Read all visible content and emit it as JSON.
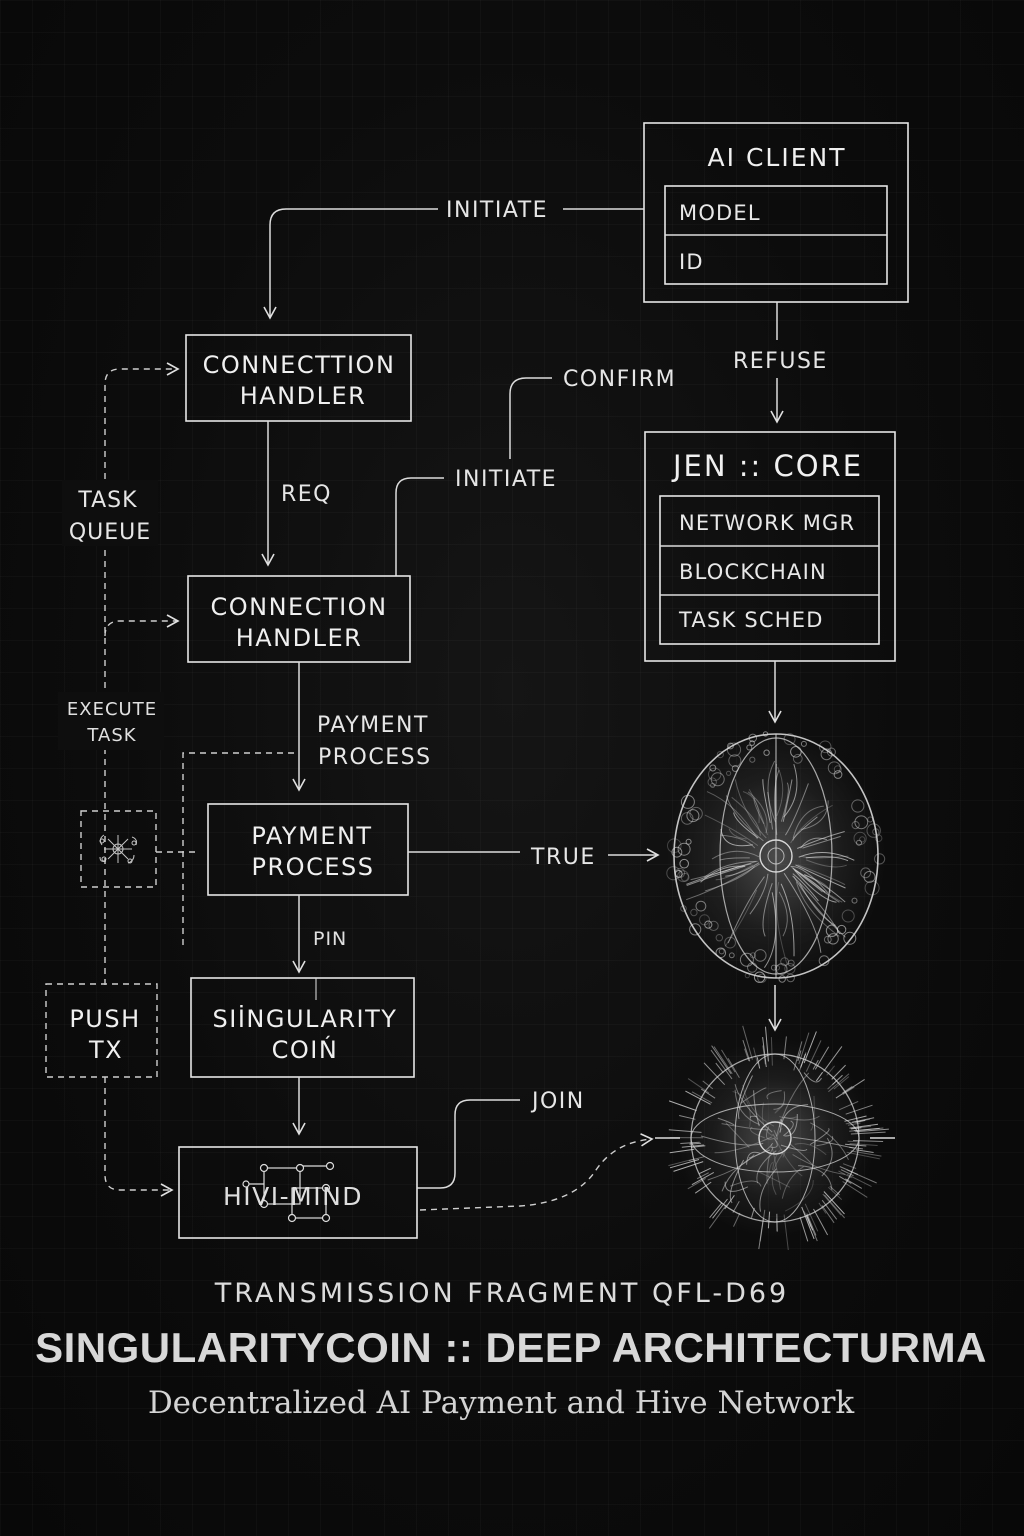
{
  "nodes": {
    "ai_client": {
      "title": "AI CLIENT",
      "rows": [
        "MODEL",
        "ID"
      ]
    },
    "connection_handler_1": {
      "lines": [
        "CONNECTTION",
        "HANDLER"
      ]
    },
    "connection_handler_2": {
      "lines": [
        "CONNECTION",
        "HANDLER"
      ]
    },
    "jen_core": {
      "title": "JEN :: CORE",
      "rows": [
        "NETWORK MGR",
        "BLOCKCHAIN",
        "TASK SCHED"
      ]
    },
    "payment_process": {
      "lines": [
        "PAYMENT",
        "PROCESS"
      ]
    },
    "singularity_coin": {
      "lines": [
        "SIİNGULARITY",
        "COIŃ"
      ]
    },
    "hive_mind": {
      "label": "HIVI-MIND"
    },
    "push_tx": {
      "lines": [
        "PUSH",
        "TX"
      ]
    }
  },
  "edges": {
    "initiate_top": "INITIATE",
    "refuse": "REFUSE",
    "confirm": "CONFIRM",
    "initiate_mid": "INITIATE",
    "req": "REQ",
    "payment_process": [
      "PAYMENT",
      "PROCESS"
    ],
    "true": "TRUE",
    "pin": "PIN",
    "join": "JOIN"
  },
  "side_labels": {
    "task_queue": [
      "TASK",
      "QUEUE"
    ],
    "execute_task": [
      "EXECUTE",
      "TASK"
    ]
  },
  "footer": {
    "fragment": "TRANSMISSION FRAGMENT QFL-D69",
    "title": "SINGULARITYCOIN :: DEEP ARCHITECTURMA",
    "subtitle": "Decentralized AI Payment and Hive Network"
  },
  "icons": [
    "brain-organism-icon",
    "hive-sphere-icon",
    "task-organism-icon"
  ]
}
